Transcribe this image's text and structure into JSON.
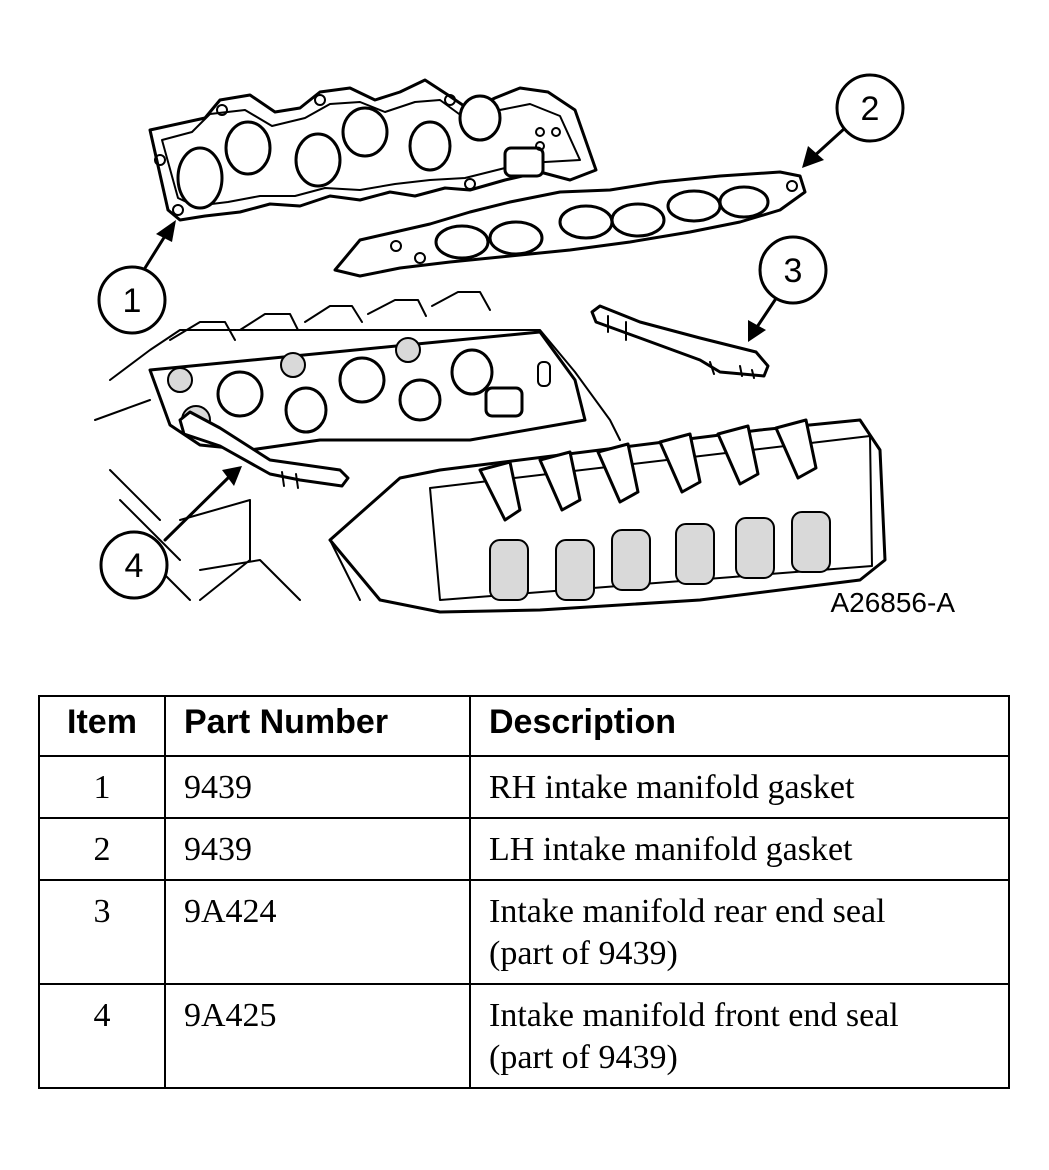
{
  "figure": {
    "id": "A26856-A",
    "callouts": [
      "1",
      "2",
      "3",
      "4"
    ]
  },
  "table": {
    "headers": {
      "item": "Item",
      "part_number": "Part Number",
      "description": "Description"
    },
    "rows": [
      {
        "item": "1",
        "part_number": "9439",
        "description_lines": [
          "RH intake manifold gasket"
        ]
      },
      {
        "item": "2",
        "part_number": "9439",
        "description_lines": [
          "LH intake manifold gasket"
        ]
      },
      {
        "item": "3",
        "part_number": "9A424",
        "description_lines": [
          "Intake manifold rear end seal",
          "(part of 9439)"
        ]
      },
      {
        "item": "4",
        "part_number": "9A425",
        "description_lines": [
          "Intake manifold front end seal",
          "(part of 9439)"
        ]
      }
    ]
  }
}
